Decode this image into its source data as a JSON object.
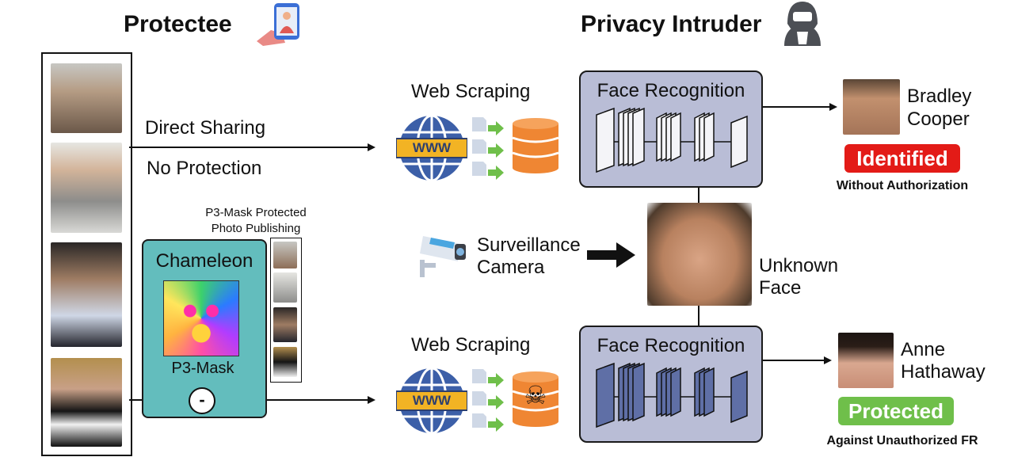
{
  "headers": {
    "protectee": "Protectee",
    "intruder": "Privacy Intruder"
  },
  "top_path": {
    "label1": "Direct Sharing",
    "label2": "No Protection",
    "scraping": "Web Scraping",
    "www": "WWW"
  },
  "bottom_path": {
    "scraping": "Web Scraping",
    "www": "WWW"
  },
  "chameleon": {
    "title": "Chameleon",
    "mask_label": "P3-Mask",
    "op_symbol": "-"
  },
  "publishing": {
    "line1": "P3-Mask Protected",
    "line2": "Photo Publishing"
  },
  "face_recognition": {
    "label": "Face Recognition"
  },
  "surveillance": {
    "line1": "Surveillance",
    "line2": "Camera"
  },
  "unknown_face": {
    "line1": "Unknown",
    "line2": "Face"
  },
  "result_top": {
    "name1": "Bradley",
    "name2": "Cooper",
    "badge": "Identified",
    "caption": "Without Authorization",
    "badge_color": "#e31b17"
  },
  "result_bottom": {
    "name1": "Anne",
    "name2": "Hathaway",
    "badge": "Protected",
    "caption": "Against Unauthorized FR",
    "badge_color": "#6fbf4a"
  },
  "colors": {
    "chameleon_fill": "#63bdbd",
    "fr_fill": "#b9bdd6",
    "db_orange": "#ef8633",
    "globe_blue": "#3c5fa8",
    "www_band": "#f2b324"
  },
  "icons": {
    "phone": "phone-in-hand-icon",
    "hacker": "hacker-icon",
    "globe": "globe-www-icon",
    "database": "database-icon",
    "skull": "skull-crossbones-icon",
    "camera": "surveillance-camera-icon"
  }
}
